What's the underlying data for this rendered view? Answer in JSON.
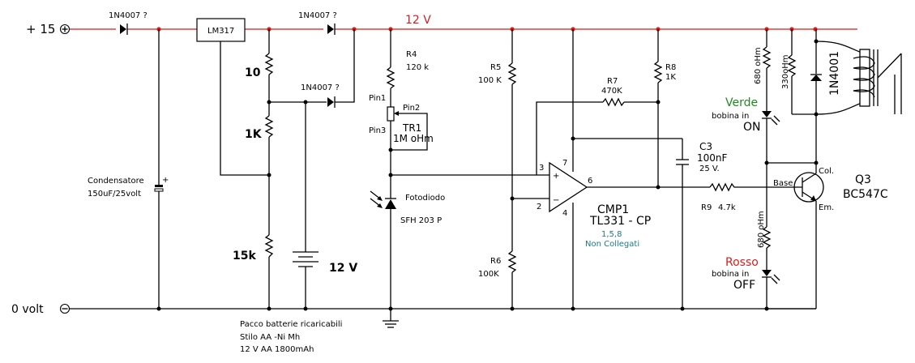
{
  "rails": {
    "vin": "+ 15",
    "gnd": "0 volt",
    "mid": "12 V"
  },
  "diodes": {
    "d1": "1N4007 ?",
    "d2": "1N4007 ?",
    "d3": "1N4007 ?",
    "relay_diode": "1N4001"
  },
  "regulator": {
    "name": "LM317",
    "r_top": "10",
    "r_mid": "1K",
    "r_bottom": "15k"
  },
  "capacitor_in": {
    "name": "Condensatore",
    "value": "150uF/25volt"
  },
  "battery": {
    "voltage": "12 V",
    "line1": "Pacco batterie ricaricabili",
    "line2": "Stilo  AA -Ni Mh",
    "line3": "12 V AA 1800mAh"
  },
  "r4": {
    "name": "R4",
    "value": "120 k"
  },
  "tr1": {
    "name": "TR1",
    "value": "1M oHm",
    "pin1": "Pin1",
    "pin2": "Pin2",
    "pin3": "Pin3"
  },
  "photodiode": {
    "name": "Fotodiodo",
    "part": "SFH 203 P"
  },
  "r5": {
    "name": "R5",
    "value": "100 K"
  },
  "r6": {
    "name": "R6",
    "value": "100K"
  },
  "r7": {
    "name": "R7",
    "value": "470K"
  },
  "r8": {
    "name": "R8",
    "value": "1K"
  },
  "c3": {
    "name": "C3",
    "value": "100nF",
    "voltage": "25 V."
  },
  "cmp1": {
    "name": "CMP1",
    "part": "TL331 - CP",
    "pins_nc": "1,5,8",
    "nc_label": "Non Collegati",
    "pin3": "3",
    "pin2": "2",
    "pin7": "7",
    "pin4": "4",
    "pin6": "6",
    "plus": "+",
    "minus": "−"
  },
  "r9": {
    "name": "R9",
    "value": "4.7k"
  },
  "q3": {
    "name": "Q3",
    "part": "BC547C",
    "base": "Base",
    "col": "Col.",
    "em": "Em."
  },
  "led_green": {
    "resistor": "680 oHm",
    "title": "Verde",
    "line1": "bobina in",
    "line2": "ON"
  },
  "led_red": {
    "resistor": "680 oHm",
    "title": "Rosso",
    "line1": "bobina in",
    "line2": "OFF"
  },
  "relay_resistor": "330oHm",
  "colors": {
    "rail_red": "#e01818",
    "wire": "#000000",
    "green": "#1f8a1f",
    "red_text": "#d42020",
    "teal": "#1a7a8a"
  }
}
